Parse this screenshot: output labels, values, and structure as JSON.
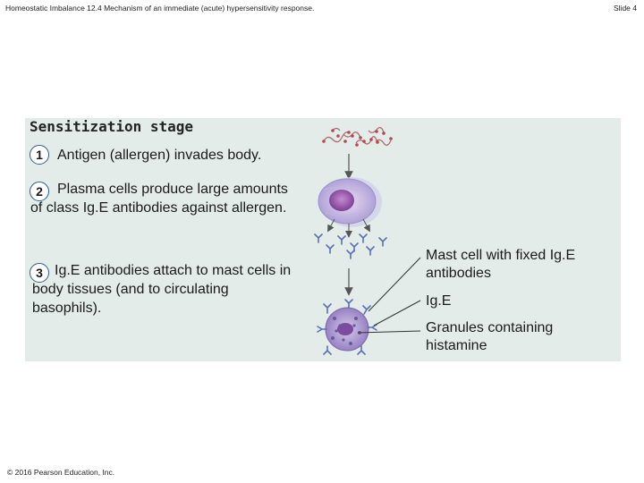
{
  "header": {
    "title": "Homeostatic Imbalance 12.4 Mechanism of an immediate (acute) hypersensitivity response.",
    "slide": "Slide 4"
  },
  "stage_title": "Sensitization stage",
  "steps": [
    {
      "number": "1",
      "text": "Antigen (allergen) invades body."
    },
    {
      "number": "2",
      "text": "Plasma cells produce large amounts of class Ig.E antibodies against allergen."
    },
    {
      "number": "3",
      "text": "Ig.E antibodies attach to mast cells in body tissues (and to circulating basophils)."
    }
  ],
  "labels": {
    "mast_cell": "Mast cell with fixed Ig.E antibodies",
    "ige": "Ig.E",
    "granules": "Granules containing histamine"
  },
  "footer": "© 2016 Pearson Education, Inc.",
  "colors": {
    "panel": "#e3ece9",
    "step_circle_border": "#2c5e86",
    "antibody": "#5a6fb5",
    "plasma_cell": "#b7a8d8",
    "mast_cell": "#8b6bb4"
  }
}
